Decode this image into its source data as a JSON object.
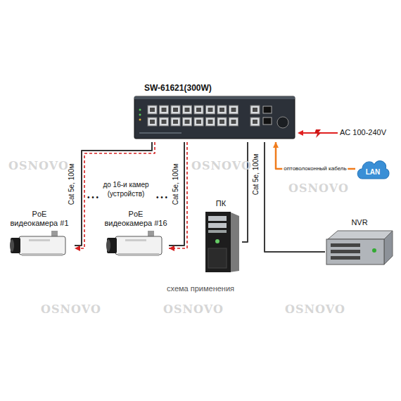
{
  "diagram": {
    "caption": "схема применения",
    "nodes": [
      {
        "text": [
          "SW-61621(300W)"
        ]
      },
      {
        "text": [
          "PoE видеокамера #1"
        ]
      },
      {
        "text": [
          "PoE видеокамера #16"
        ]
      },
      {
        "text": [
          "ПК"
        ]
      },
      {
        "text": [
          "NVR"
        ]
      },
      {
        "text": [
          "LAN"
        ]
      }
    ],
    "edges": [
      {
        "from": 0,
        "to": 1,
        "arrow": "to",
        "label": "Cat 5e, 100м"
      },
      {
        "from": 0,
        "to": 2,
        "arrow": "to",
        "label": "Cat 5e, 100м"
      },
      {
        "from": 0,
        "to": 3,
        "arrow": "none",
        "label": "Cat 5e, 100м"
      },
      {
        "from": 0,
        "to": 4,
        "arrow": "none"
      },
      {
        "from": 5,
        "to": 0,
        "arrow": "to",
        "label": "оптоволоконный кабель"
      }
    ],
    "labels": [
      "до 16-и камер (устройств)",
      "• • •",
      "• • •",
      "AC 100-240V",
      "OSNOVO",
      "OSNOVO",
      "OSNOVO",
      "OSNOVO",
      "OSNOVO",
      "OSNOVO"
    ]
  }
}
